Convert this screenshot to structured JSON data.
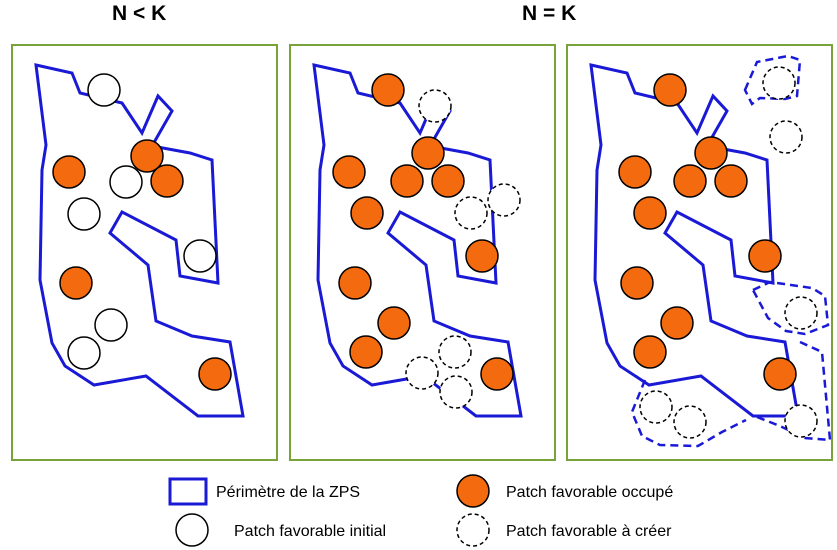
{
  "headings": {
    "left": "N < K",
    "right": "N = K"
  },
  "legend": {
    "perimeter": "Périmètre de la ZPS",
    "occupied": "Patch favorable occupé",
    "initial": "Patch favorable initial",
    "to_create": "Patch favorable à créer"
  },
  "colors": {
    "frame": "#77a33a",
    "perimeter": "#1a1ad6",
    "occupied_fill": "#f46a0f",
    "patch_stroke": "#000000"
  }
}
